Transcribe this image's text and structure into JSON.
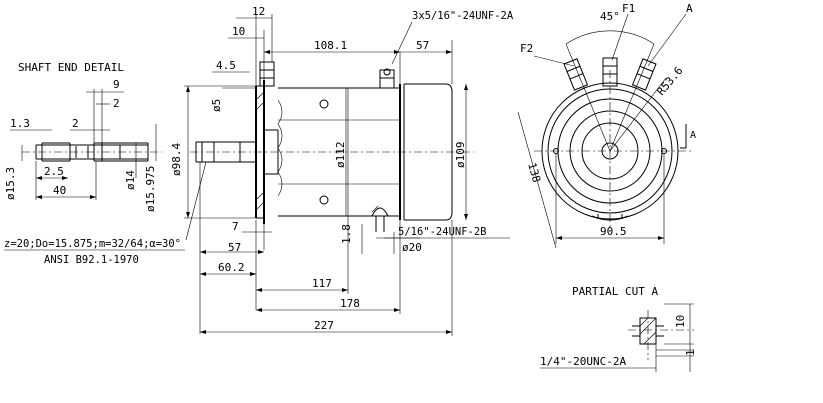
{
  "shaft_detail": {
    "title": "SHAFT END DETAIL",
    "dims": {
      "d9": "9",
      "d2_top": "2",
      "d1_3": "1.3",
      "d2_mid": "2",
      "d2_5": "2.5",
      "d40": "40",
      "dia15_3": "ø15.3",
      "dia14": "ø14",
      "dia15_975": "ø15.975"
    },
    "spline_spec": "z=20;Do=15.875;m=32/64;α=30°",
    "standard": "ANSI B92.1-1970"
  },
  "side_view": {
    "dims": {
      "d12": "12",
      "d10": "10",
      "d108_1": "108.1",
      "d57_top": "57",
      "d4_5": "4.5",
      "dia5": "ø5",
      "dia98_4": "ø98.4",
      "dia112": "ø112",
      "dia109": "ø109",
      "d7": "7",
      "d57_bot": "57",
      "d60_2": "60.2",
      "d1_8": "1.8",
      "dia20": "ø20",
      "d117": "117",
      "d178": "178",
      "d227": "227"
    },
    "thread_top": "3x5/16\"-24UNF-2A",
    "thread_bottom": "5/16\"-24UNF-2B"
  },
  "end_view": {
    "labels": {
      "angle": "45°",
      "f1": "F1",
      "a": "A",
      "f2": "F2",
      "r53_6": "R53.6",
      "d138": "138",
      "d90_5": "90.5",
      "section_a": "A"
    }
  },
  "partial_cut": {
    "title": "PARTIAL CUT A",
    "d10": "10",
    "d1": "1",
    "thread": "1/4\"-20UNC-2A"
  }
}
